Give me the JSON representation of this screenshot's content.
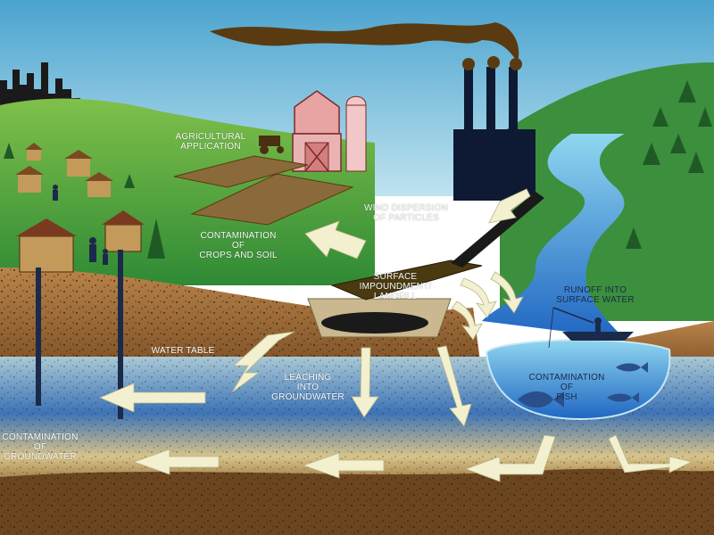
{
  "labels": {
    "agricultural": [
      "AGRICULTURAL",
      "APPLICATION"
    ],
    "contamination_crops": [
      "CONTAMINATION",
      "OF",
      "CROPS AND SOIL"
    ],
    "wind_dispersion": [
      "WIND DISPERSION",
      "OF PARTICLES"
    ],
    "surface_impoundment": [
      "SURFACE",
      "IMPOUNDMENT/",
      "LANDFILL"
    ],
    "runoff": [
      "RUNOFF INTO",
      "SURFACE WATER"
    ],
    "water_table": [
      "WATER TABLE"
    ],
    "leaching": [
      "LEACHING",
      "INTO",
      "GROUNDWATER"
    ],
    "contamination_fish": [
      "CONTAMINATION",
      "OF",
      "FISH"
    ],
    "contamination_groundwater": [
      "CONTAMINATION",
      "OF",
      "GROUNDWATER"
    ]
  },
  "colors": {
    "sky": "#6fb9d9",
    "grass": "#3f9a3a",
    "soil": "#9a6b3a",
    "groundwater": "#4f7fb8",
    "river": "#8fd0e6",
    "arrow": "#f3f0cf",
    "factory": "#0e1a33",
    "smoke": "#5a3a10"
  }
}
